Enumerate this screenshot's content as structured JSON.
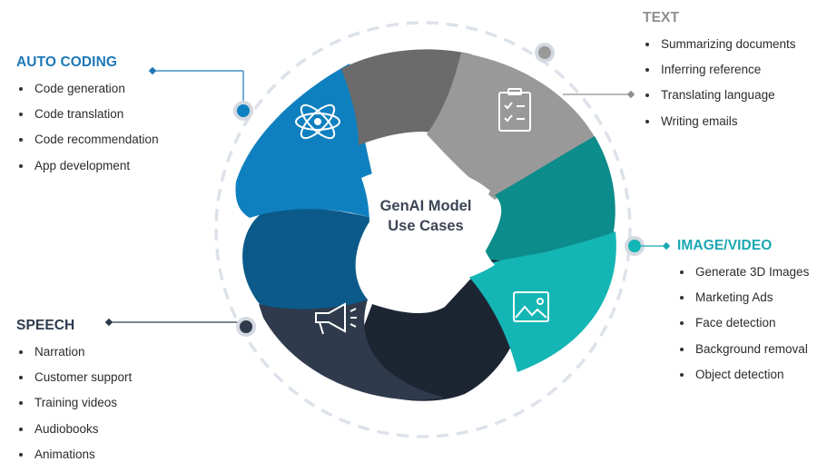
{
  "center_title_line1": "GenAI Model",
  "center_title_line2": "Use Cases",
  "sections": {
    "auto_coding": {
      "title": "AUTO CODING",
      "items": [
        "Code generation",
        "Code translation",
        "Code recommendation",
        "App development"
      ],
      "color": "#1e78b8",
      "icon": "atom-icon"
    },
    "text": {
      "title": "TEXT",
      "items": [
        "Summarizing documents",
        "Inferring reference",
        "Translating language",
        "Writing emails"
      ],
      "color": "#8f8f8f",
      "icon": "clipboard-checklist-icon"
    },
    "image_video": {
      "title": "IMAGE/VIDEO",
      "items": [
        "Generate 3D Images",
        "Marketing Ads",
        "Face detection",
        "Background removal",
        "Object detection"
      ],
      "color": "#1aa7b3",
      "icon": "image-icon"
    },
    "speech": {
      "title": "SPEECH",
      "items": [
        "Narration",
        "Customer support",
        "Training videos",
        "Audiobooks",
        "Animations"
      ],
      "color": "#2e3b4d",
      "icon": "megaphone-icon"
    }
  },
  "palette": {
    "ring_dash": "#dde2ea",
    "connector_dot": "#d4d9e1"
  }
}
